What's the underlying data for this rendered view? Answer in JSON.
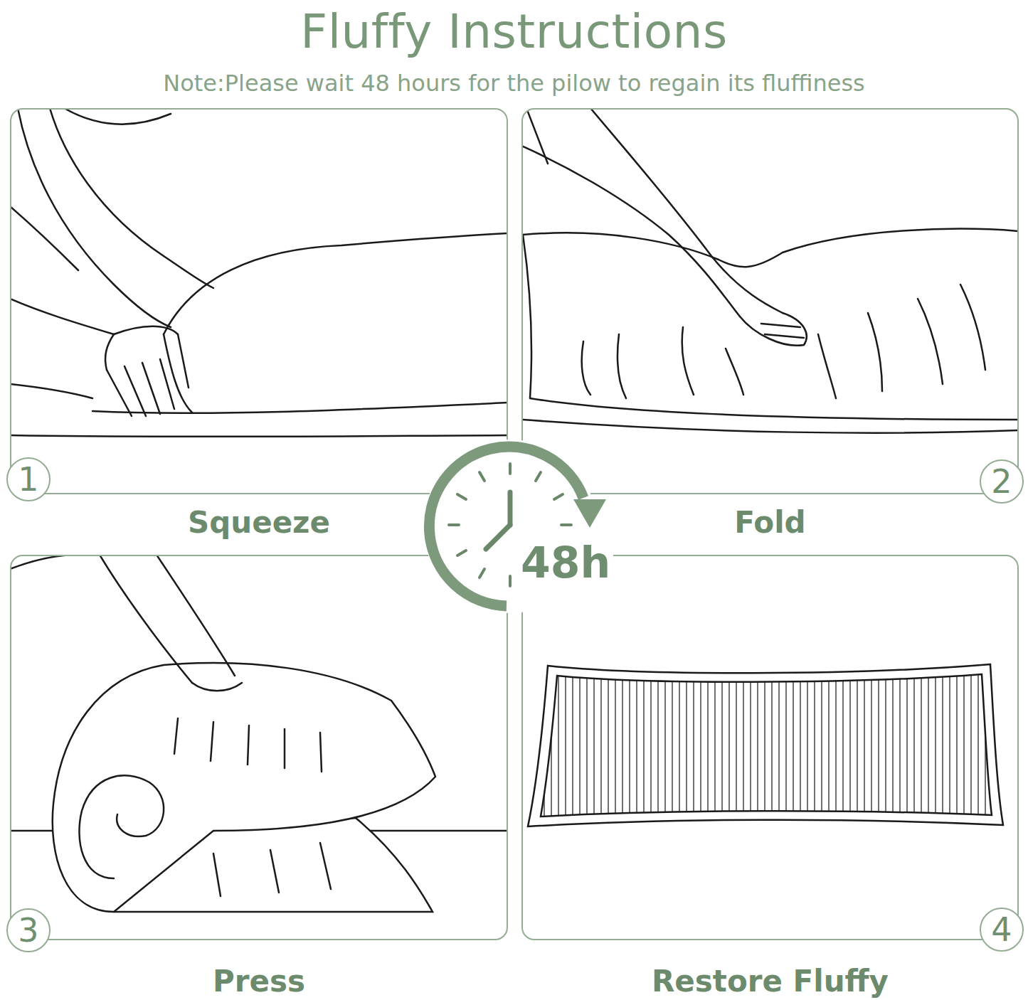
{
  "diagram": {
    "title": "Fluffy Instructions",
    "nodes": [
      {
        "text": [
          "1",
          "Squeeze"
        ]
      },
      {
        "text": [
          "2",
          "Fold"
        ]
      },
      {
        "text": [
          "3",
          "Press"
        ]
      },
      {
        "text": [
          "4",
          "Restore Fluffy"
        ]
      }
    ],
    "labels": [
      "Note:Please wait 48 hours for the pilow to regain its fluffiness",
      "48h"
    ]
  }
}
